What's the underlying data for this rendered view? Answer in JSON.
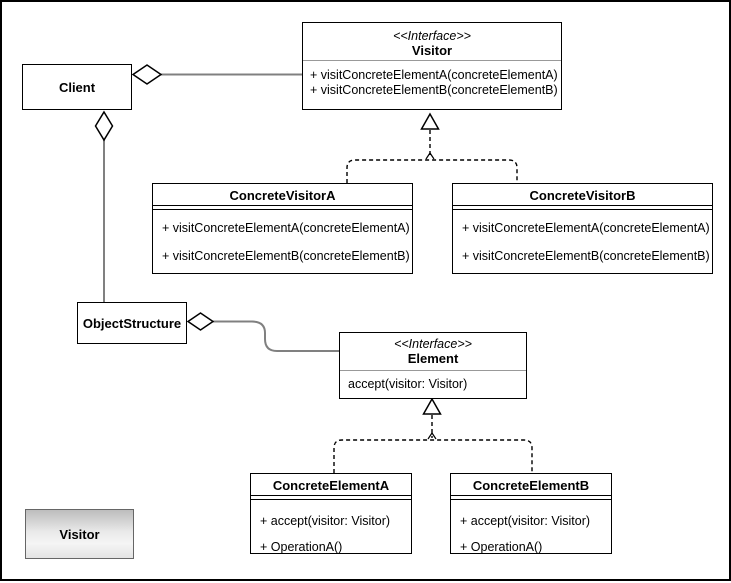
{
  "diagram": {
    "kind": "uml-class-diagram",
    "pattern_label": "Visitor",
    "nodes": {
      "client": {
        "name": "Client"
      },
      "visitor_interface": {
        "stereotype": "<<Interface>>",
        "name": "Visitor",
        "methods": [
          "+ visitConcreteElementA(concreteElementA)",
          "+ visitConcreteElementB(concreteElementB)"
        ]
      },
      "concrete_visitor_a": {
        "name": "ConcreteVisitorA",
        "methods": [
          "+ visitConcreteElementA(concreteElementA)",
          "+ visitConcreteElementB(concreteElementB)"
        ]
      },
      "concrete_visitor_b": {
        "name": "ConcreteVisitorB",
        "methods": [
          "+ visitConcreteElementA(concreteElementA)",
          "+ visitConcreteElementB(concreteElementB)"
        ]
      },
      "object_structure": {
        "name": "ObjectStructure"
      },
      "element_interface": {
        "stereotype": "<<Interface>>",
        "name": "Element",
        "methods": [
          "accept(visitor: Visitor)"
        ]
      },
      "concrete_element_a": {
        "name": "ConcreteElementA",
        "methods": [
          "+ accept(visitor: Visitor)",
          "+ OperationA()"
        ]
      },
      "concrete_element_b": {
        "name": "ConcreteElementB",
        "methods": [
          "+ accept(visitor: Visitor)",
          "+ OperationA()"
        ]
      }
    },
    "colors": {
      "box_border": "#000000",
      "aggregation_edge": "#808080",
      "generalization_edge": "#000000",
      "interface_divider": "#999999",
      "label_gradient_top": "#bdbdbd",
      "label_gradient_bottom": "#e3e3e3"
    }
  }
}
